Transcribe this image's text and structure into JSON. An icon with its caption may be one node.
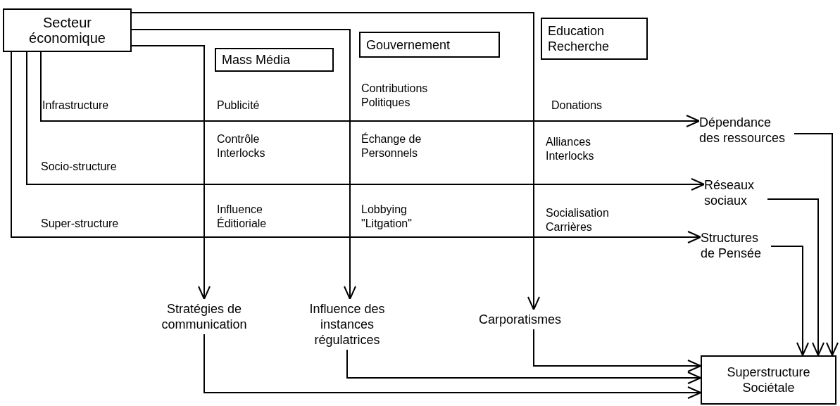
{
  "diagram": {
    "nodes": [
      {
        "text": [
          "Secteur économique"
        ]
      },
      {
        "text": [
          "Mass Média"
        ]
      },
      {
        "text": [
          "Gouvernement"
        ]
      },
      {
        "text": [
          "Education Recherche"
        ]
      },
      {
        "text": [
          "Dépendance des ressources"
        ]
      },
      {
        "text": [
          "Réseaux sociaux"
        ]
      },
      {
        "text": [
          "Structures de Pensée"
        ]
      },
      {
        "text": [
          "Stratégies de communication"
        ]
      },
      {
        "text": [
          "Influence des instances régulatrices"
        ]
      },
      {
        "text": [
          "Carporatismes"
        ]
      },
      {
        "text": [
          "Superstructure Sociétale"
        ]
      }
    ],
    "edges": [
      {
        "from": 0,
        "to": 9,
        "arrow": "to"
      },
      {
        "from": 0,
        "to": 8,
        "arrow": "to"
      },
      {
        "from": 0,
        "to": 7,
        "arrow": "to"
      },
      {
        "from": 0,
        "to": 4,
        "arrow": "to"
      },
      {
        "from": 0,
        "to": 5,
        "arrow": "to"
      },
      {
        "from": 0,
        "to": 6,
        "arrow": "to"
      },
      {
        "from": 4,
        "to": 10,
        "arrow": "to"
      },
      {
        "from": 5,
        "to": 10,
        "arrow": "to"
      },
      {
        "from": 6,
        "to": 10,
        "arrow": "to"
      },
      {
        "from": 9,
        "to": 10,
        "arrow": "to"
      },
      {
        "from": 8,
        "to": 10,
        "arrow": "to"
      },
      {
        "from": 7,
        "to": 10,
        "arrow": "to"
      }
    ],
    "labels": [
      "Infrastructure",
      "Publicité",
      "Contributions Politiques",
      "Donations",
      "Socio-structure",
      "Contrôle Interlocks",
      "Échange de Personnels",
      "Alliances Interlocks",
      "Super-structure",
      "Influence Éditioriale",
      "Lobbying \"Litgation\"",
      "Socialisation Carrières"
    ]
  }
}
